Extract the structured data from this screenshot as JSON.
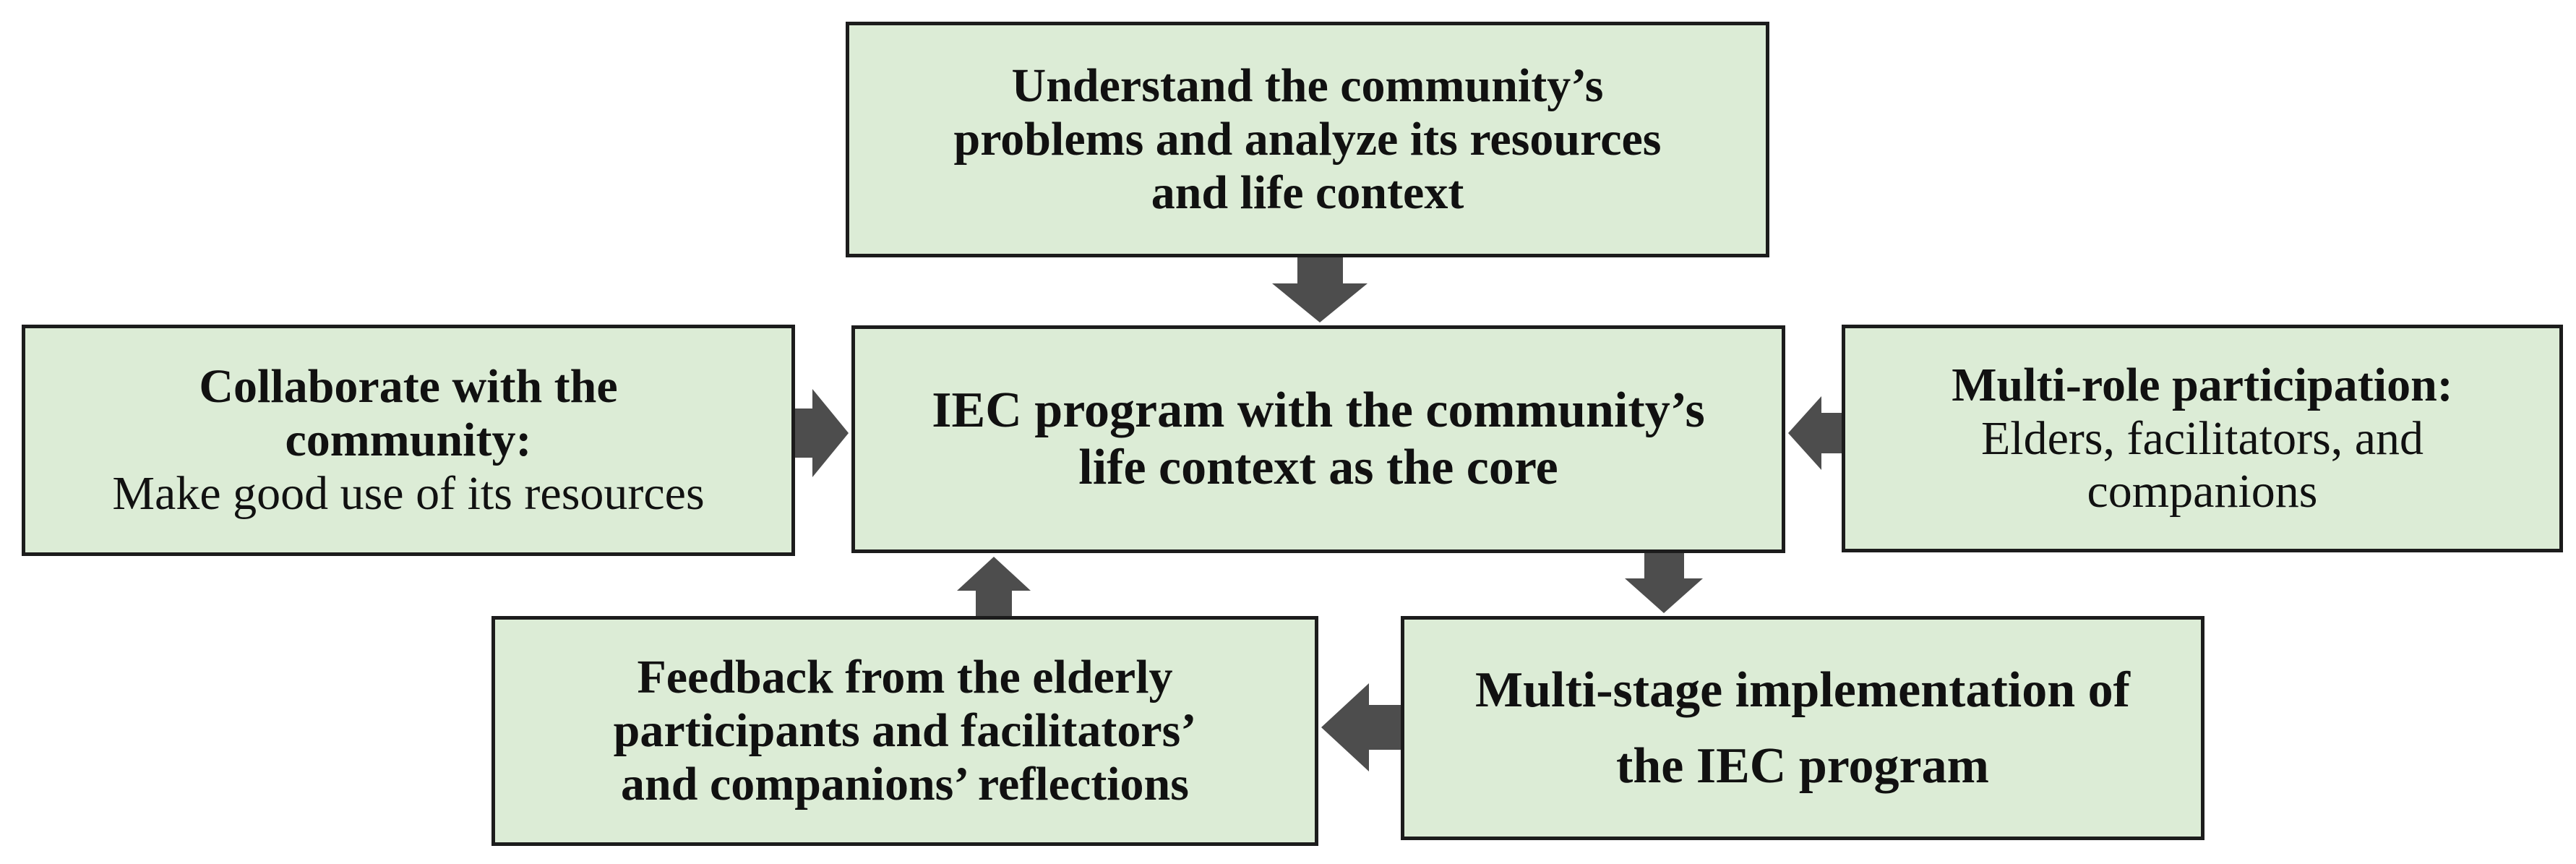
{
  "boxes": {
    "top": {
      "line1": "Understand the community’s",
      "line2": "problems and analyze its resources",
      "line3": "and life context"
    },
    "center": {
      "line1": "IEC program with the community’s",
      "line2": "life context as the core"
    },
    "left": {
      "title": "Collaborate with the community:",
      "detail": "Make good use of its resources"
    },
    "right": {
      "title": "Multi-role participation:",
      "detail": "Elders, facilitators, and companions"
    },
    "bottom_right": {
      "line1": "Multi-stage implementation of",
      "line2": "the IEC program"
    },
    "bottom_left": {
      "line1": "Feedback from the elderly",
      "line2": "participants and facilitators’",
      "line3": "and companions’ reflections"
    }
  },
  "colors": {
    "box_fill": "#dcecd6",
    "box_border": "#1c1c1c",
    "arrow": "#4d4d4d"
  }
}
